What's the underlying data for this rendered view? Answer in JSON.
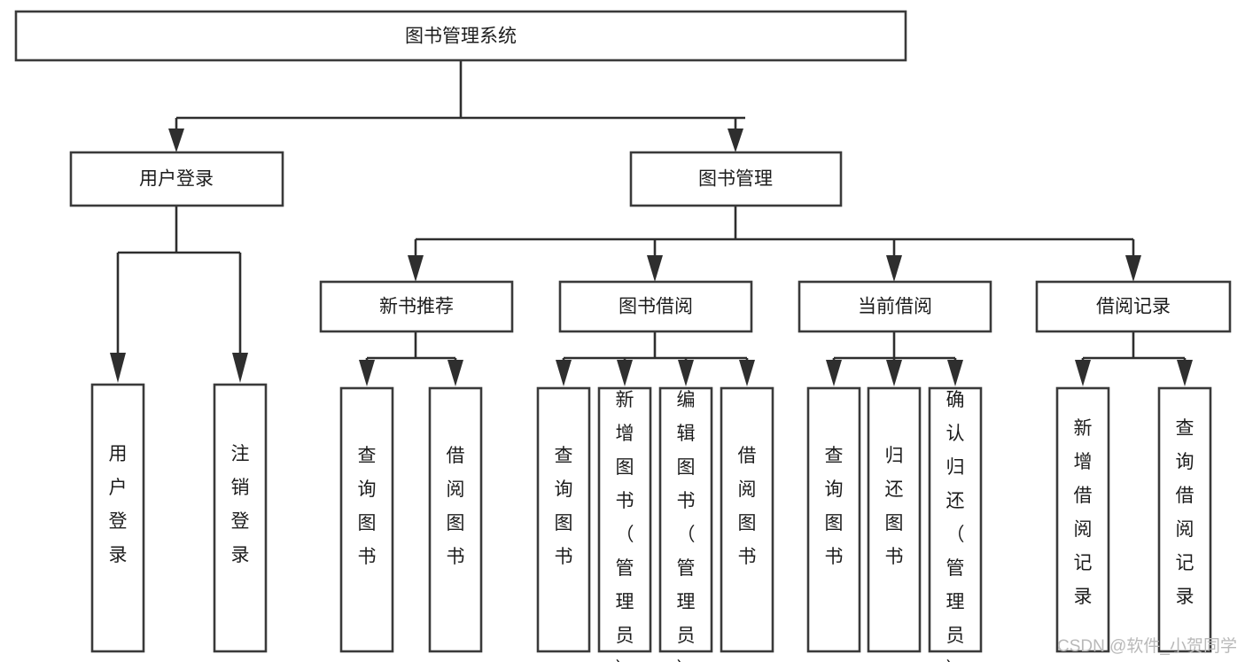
{
  "diagram": {
    "title": "图书管理系统",
    "type": "hierarchy-tree",
    "root": {
      "label": "图书管理系统",
      "name": "root-node-book-management-system"
    },
    "level1": [
      {
        "label": "用户登录",
        "name": "node-user-login"
      },
      {
        "label": "图书管理",
        "name": "node-book-management"
      }
    ],
    "level2": [
      {
        "label": "新书推荐",
        "name": "node-new-book-recommend"
      },
      {
        "label": "图书借阅",
        "name": "node-book-borrow"
      },
      {
        "label": "当前借阅",
        "name": "node-current-borrow"
      },
      {
        "label": "借阅记录",
        "name": "node-borrow-record"
      }
    ],
    "leaves": {
      "user_login": [
        {
          "label": "用户登录",
          "name": "leaf-user-login"
        },
        {
          "label": "注销登录",
          "name": "leaf-logout"
        }
      ],
      "new_book_recommend": [
        {
          "label": "查询图书",
          "name": "leaf-query-book-1"
        },
        {
          "label": "借阅图书",
          "name": "leaf-borrow-book-1"
        }
      ],
      "book_borrow": [
        {
          "label": "查询图书",
          "name": "leaf-query-book-2"
        },
        {
          "label": "新增图书（管理员）",
          "name": "leaf-add-book-admin"
        },
        {
          "label": "编辑图书（管理员）",
          "name": "leaf-edit-book-admin"
        },
        {
          "label": "借阅图书",
          "name": "leaf-borrow-book-2"
        }
      ],
      "current_borrow": [
        {
          "label": "查询图书",
          "name": "leaf-query-book-3"
        },
        {
          "label": "归还图书",
          "name": "leaf-return-book"
        },
        {
          "label": "确认归还（管理员）",
          "name": "leaf-confirm-return-admin"
        }
      ],
      "borrow_record": [
        {
          "label": "新增借阅记录",
          "name": "leaf-add-borrow-record"
        },
        {
          "label": "查询借阅记录",
          "name": "leaf-query-borrow-record"
        }
      ]
    },
    "watermark": "CSDN @软件_小贺同学",
    "colors": {
      "box_stroke": "#3a3a3a",
      "connector": "#2e2e2e",
      "background": "#ffffff",
      "text": "#1c1c1c",
      "watermark": "#b9b9b9"
    }
  }
}
